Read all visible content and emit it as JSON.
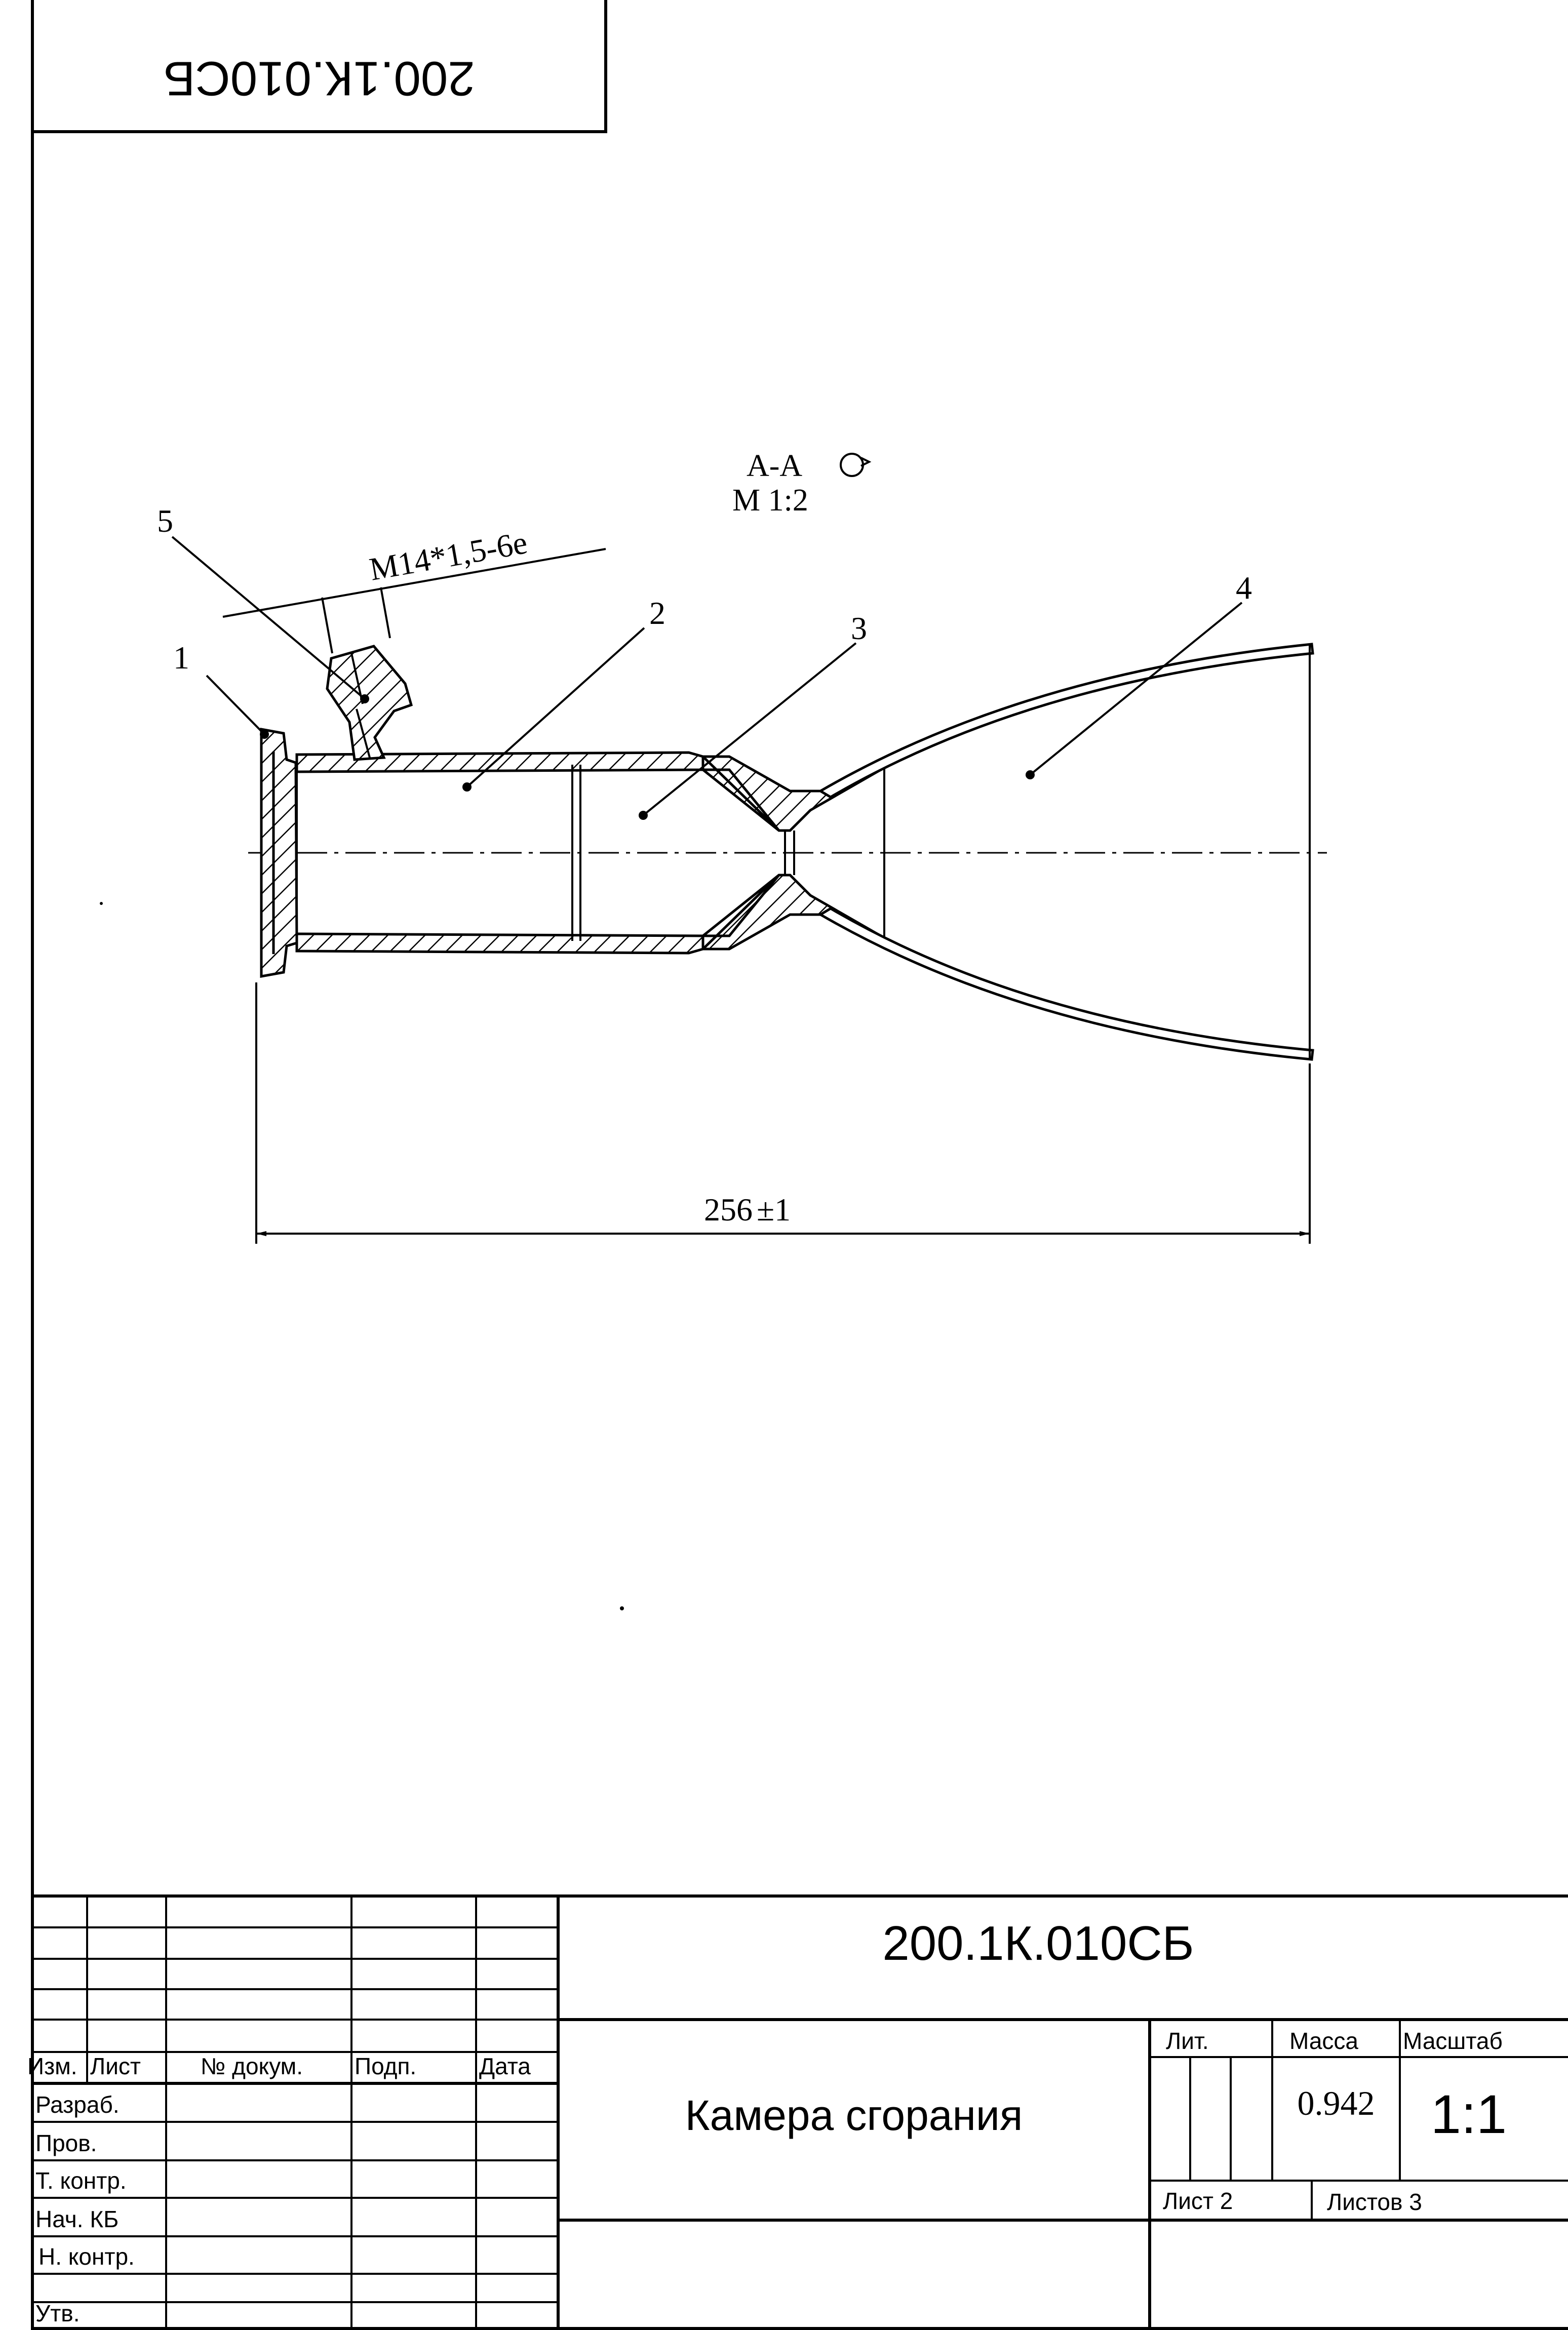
{
  "stamp": {
    "code_inverted": "200.1К.010СБ"
  },
  "section": {
    "label": "А-А",
    "scale": "М 1:2"
  },
  "callouts": [
    {
      "id": "1"
    },
    {
      "id": "2"
    },
    {
      "id": "3"
    },
    {
      "id": "4"
    },
    {
      "id": "5"
    }
  ],
  "thread": {
    "label": "М14*1,5-6е"
  },
  "dimension": {
    "overall_length": "256",
    "tolerance": "±1"
  },
  "title_block": {
    "designation": "200.1К.010СБ",
    "name": "Камера сгорания",
    "headers": {
      "izm": "Изм.",
      "list": "Лист",
      "doc": "№ докум.",
      "sign": "Подп.",
      "date": "Дата"
    },
    "roles": [
      "Разраб.",
      "Пров.",
      "Т. контр.",
      "Нач. КБ",
      "Н. контр.",
      "Утв."
    ],
    "lit_label": "Лит.",
    "mass_label": "Масса",
    "scale_label": "Масштаб",
    "mass_value": "0.942",
    "scale_value": "1:1",
    "sheet_label": "Лист 2",
    "sheets_label": "Листов 3"
  }
}
